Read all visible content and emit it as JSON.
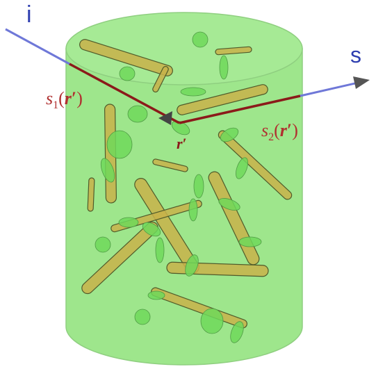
{
  "labels": {
    "incident": "i",
    "scattered": "s",
    "path_in_prefix": "s",
    "path_in_sub": "1",
    "path_out_prefix": "s",
    "path_out_sub": "2",
    "arg_open": "(",
    "arg_var": "r",
    "arg_prime": "′",
    "arg_close": ")",
    "point": "r",
    "point_prime": "′"
  },
  "colors": {
    "cylinder_fill": "#9ee68c",
    "cylinder_edge": "#8fcf80",
    "rod_fill": "#c8b24a",
    "rod_edge": "#4f5a2a",
    "blob_fill": "#6fd85a",
    "incident_beam": "#6f78d8",
    "scattered_beam": "#6f78d8",
    "path_segment": "#8b1a1a",
    "arrow_head": "#555555",
    "label_blue": "#2f3fb0",
    "label_red": "#b03030"
  }
}
